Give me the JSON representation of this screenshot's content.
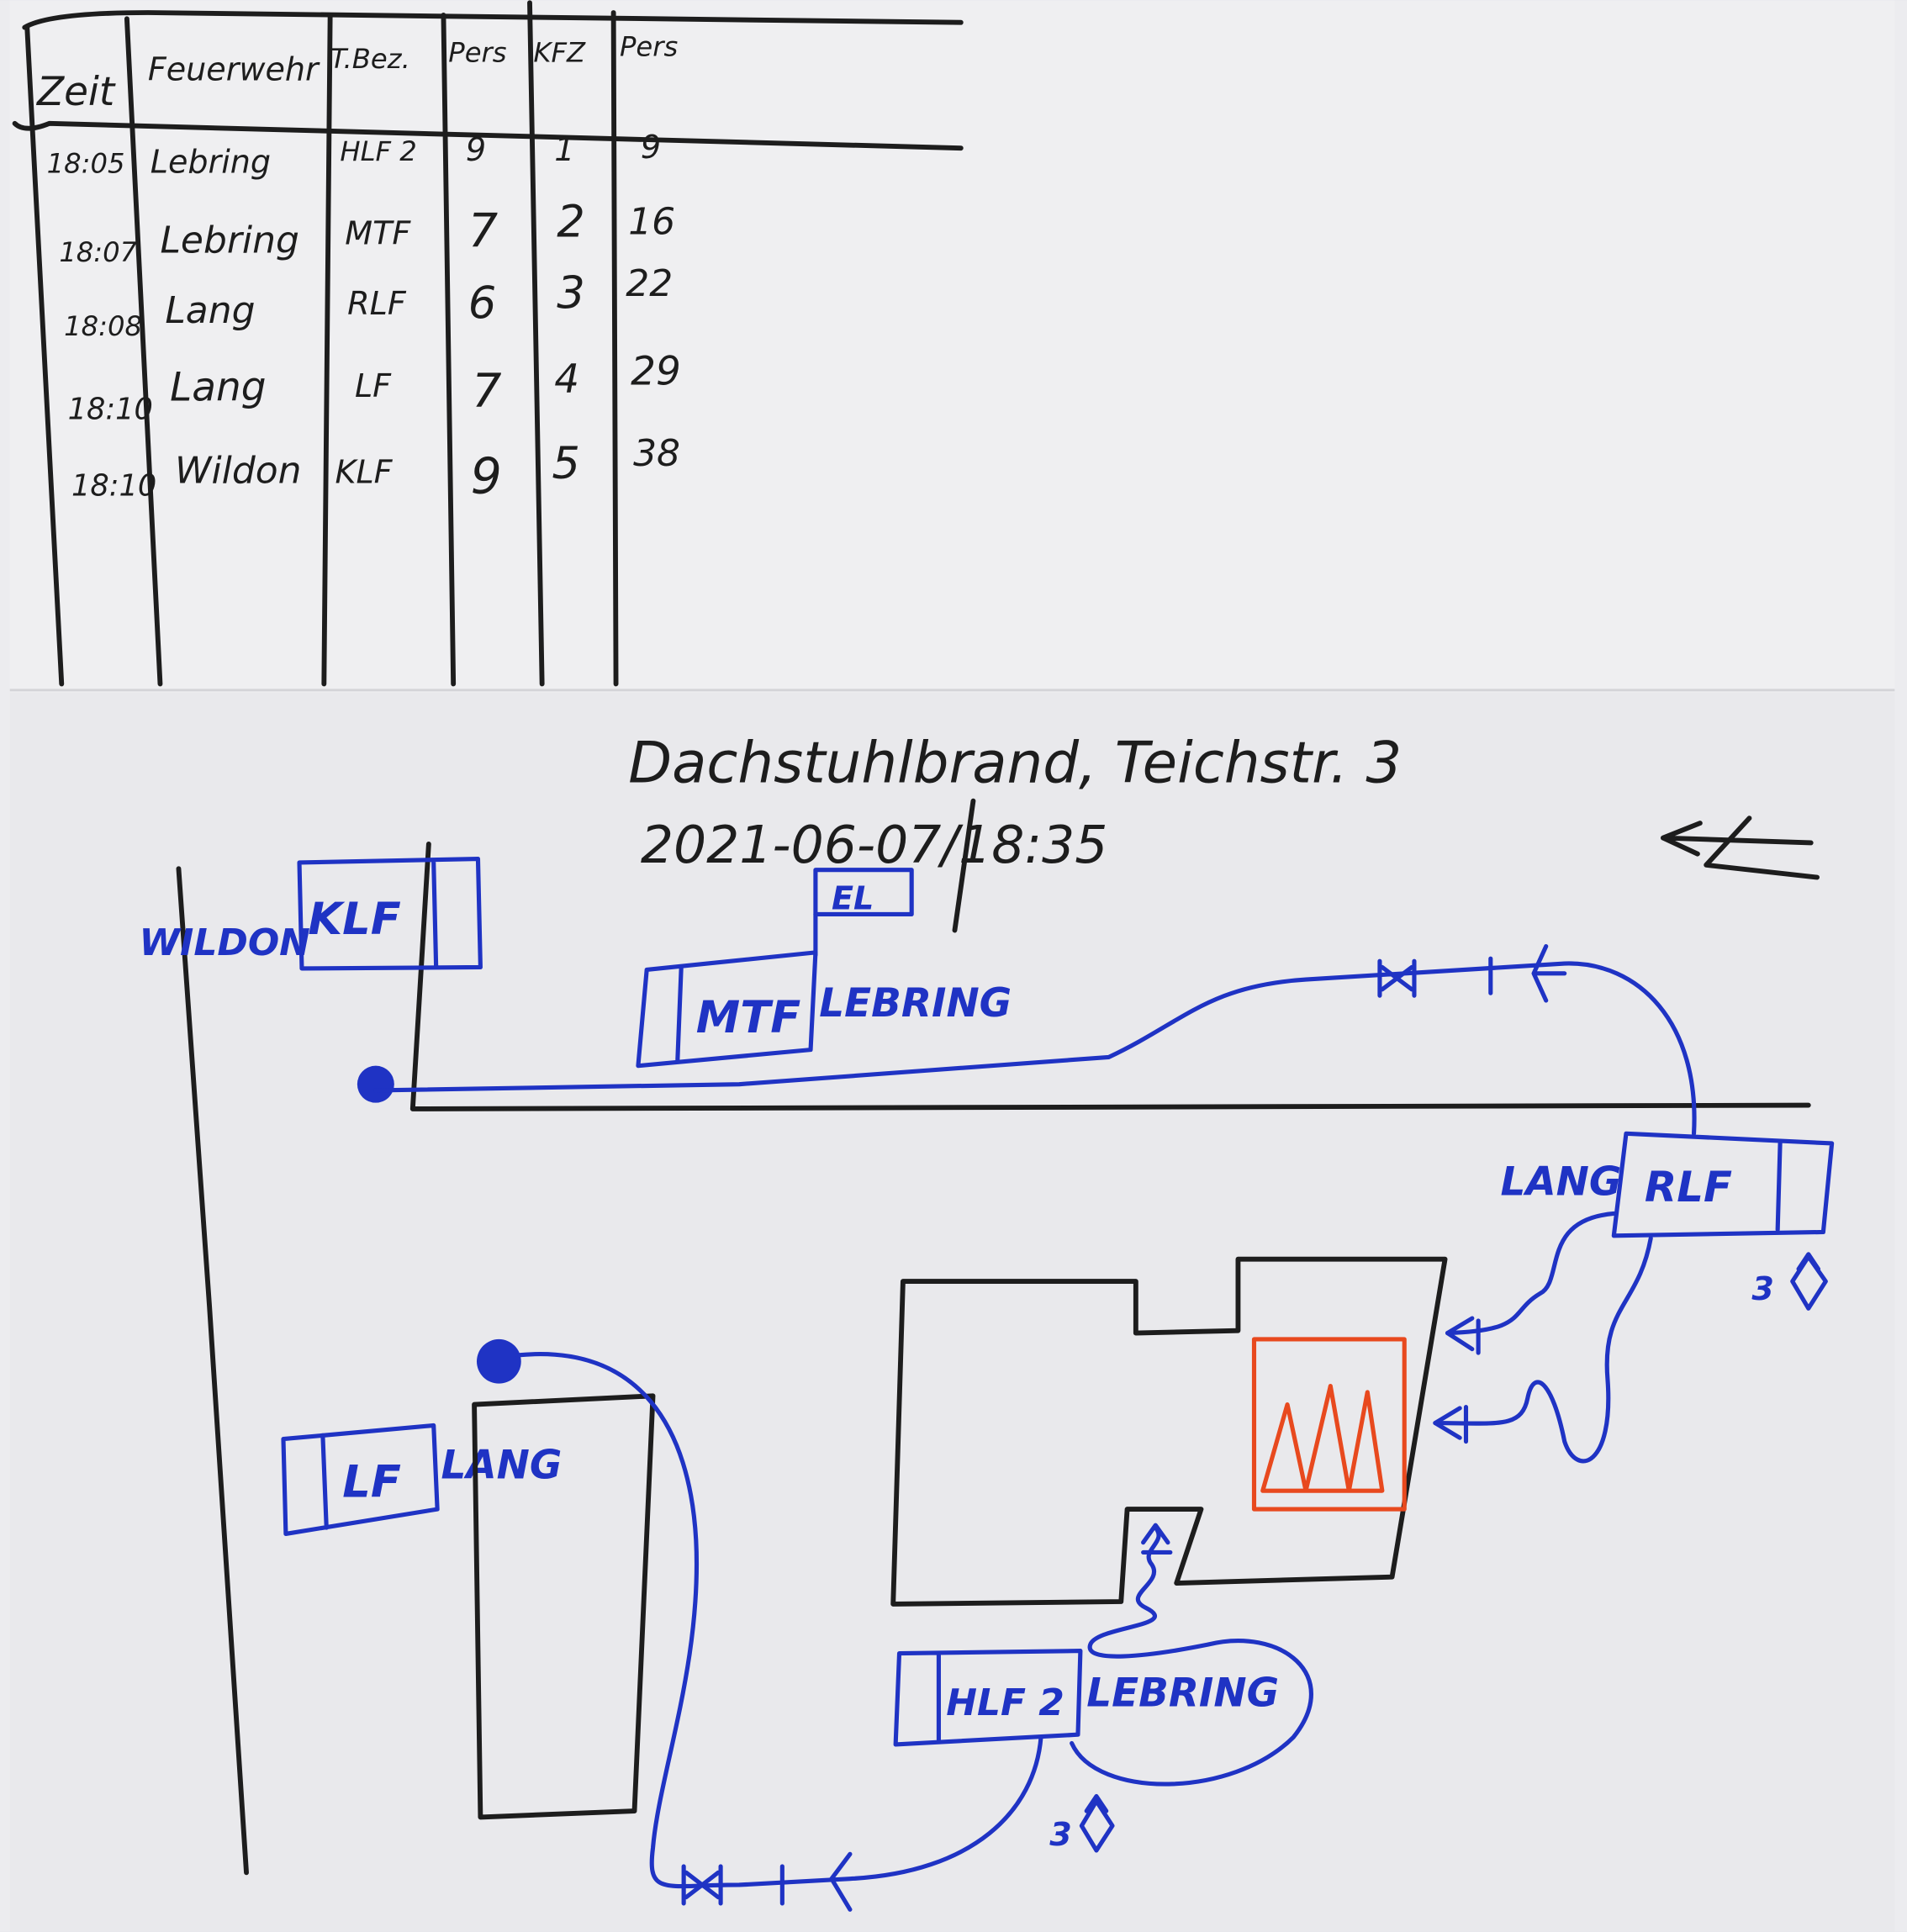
{
  "table": {
    "headers": [
      "Zeit",
      "Feuerwehr",
      "T.Bez.",
      "Pers",
      "KFZ",
      "Pers"
    ],
    "rows": [
      [
        "18:05",
        "Lebring",
        "HLF 2",
        "9",
        "1",
        "9"
      ],
      [
        "18:07",
        "Lebring",
        "MTF",
        "7",
        "2",
        "16"
      ],
      [
        "18:08",
        "Lang",
        "RLF",
        "6",
        "3",
        "22"
      ],
      [
        "18:10",
        "Lang",
        "LF",
        "7",
        "4",
        "29"
      ],
      [
        "18:10",
        "Wildon",
        "KLF",
        "9",
        "5",
        "38"
      ]
    ]
  },
  "sketch": {
    "title": "Dachstuhlbrand, Teichstr. 3",
    "datetime": "2021-06-07/18:35",
    "units": {
      "klf": {
        "label": "KLF",
        "station": "WILDON"
      },
      "el": {
        "label": "EL"
      },
      "mtf": {
        "label": "MTF",
        "station": "LEBRING"
      },
      "rlf": {
        "label": "RLF",
        "station": "LANG",
        "count": "3"
      },
      "lf": {
        "label": "LF",
        "station": "LANG"
      },
      "hlf2": {
        "label": "HLF 2",
        "station": "LEBRING",
        "count": "3"
      }
    }
  },
  "colors": {
    "ink": "#1d1d1d",
    "blue": "#1f33c4",
    "fire": "#e8491e",
    "paper": "#ececef"
  }
}
